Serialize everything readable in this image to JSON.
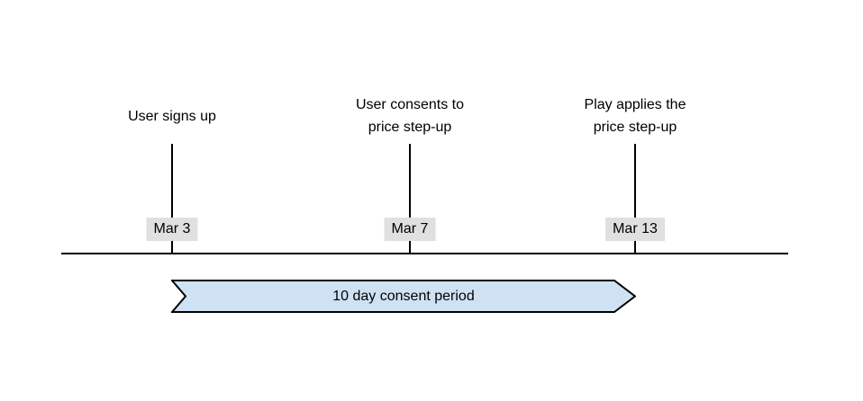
{
  "diagram": {
    "type": "timeline",
    "events": [
      {
        "label": "User signs up",
        "date": "Mar 3"
      },
      {
        "label": "User consents to\nprice step-up",
        "date": "Mar 7"
      },
      {
        "label": "Play applies the\nprice step-up",
        "date": "Mar 13"
      }
    ],
    "period": {
      "label": "10 day consent period"
    }
  },
  "colors": {
    "background": "#ffffff",
    "text": "#000000",
    "line": "#000000",
    "date_badge_bg": "#e0e0e0",
    "banner_fill": "#cfe2f3",
    "banner_border": "#000000"
  }
}
